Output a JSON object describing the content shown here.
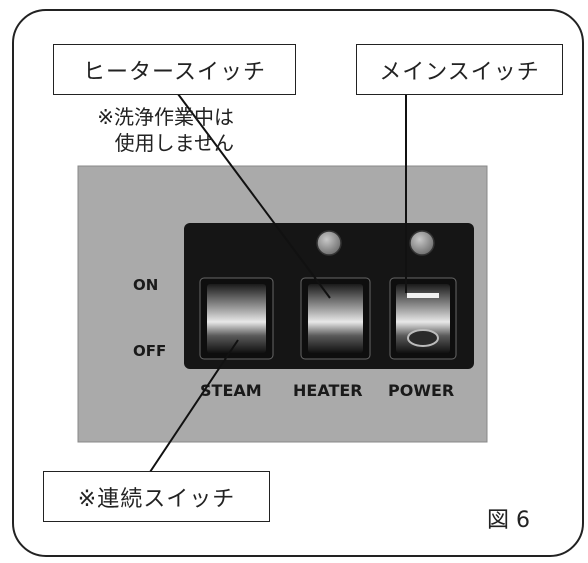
{
  "callouts": {
    "heater": "ヒータースイッチ",
    "main": "メインスイッチ",
    "continuous": "※連続スイッチ"
  },
  "note": {
    "line1": "※洗浄作業中は",
    "line2": "使用しません"
  },
  "panel": {
    "on_label": "ON",
    "off_label": "OFF",
    "switches": [
      "STEAM",
      "HEATER",
      "POWER"
    ]
  },
  "figure_label": "図 6"
}
